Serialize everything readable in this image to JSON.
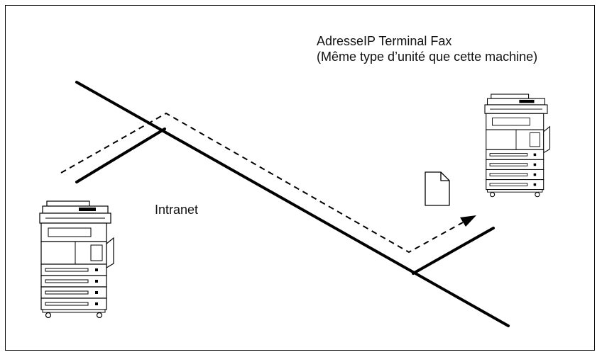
{
  "labels": {
    "remote_title": "AdresseIP Terminal Fax",
    "remote_subtitle": "(Même type d’unité que cette machine)",
    "network": "Intranet"
  },
  "icons": [
    "copier-icon",
    "document-icon"
  ],
  "colors": {
    "line": "#000000",
    "background": "#ffffff"
  }
}
